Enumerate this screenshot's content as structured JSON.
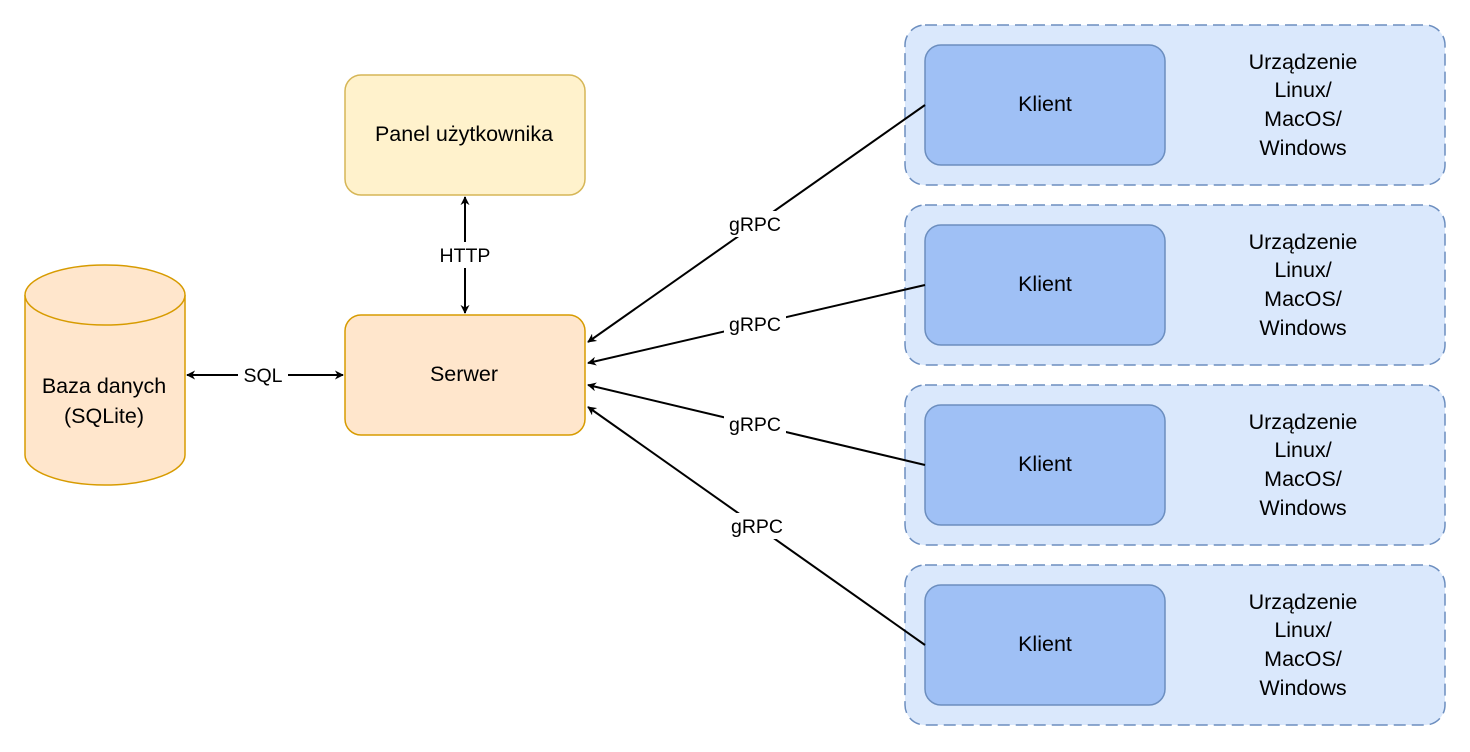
{
  "database": {
    "line1": "Baza danych",
    "line2": "(SQLite)"
  },
  "server": {
    "label": "Serwer"
  },
  "user_panel": {
    "label": "Panel użytkownika"
  },
  "edges": {
    "sql": "SQL",
    "http": "HTTP",
    "grpc": "gRPC"
  },
  "devices": [
    {
      "client": "Klient",
      "device": [
        "Urządzenie",
        "Linux/",
        "MacOS/",
        "Windows"
      ]
    },
    {
      "client": "Klient",
      "device": [
        "Urządzenie",
        "Linux/",
        "MacOS/",
        "Windows"
      ]
    },
    {
      "client": "Klient",
      "device": [
        "Urządzenie",
        "Linux/",
        "MacOS/",
        "Windows"
      ]
    },
    {
      "client": "Klient",
      "device": [
        "Urządzenie",
        "Linux/",
        "MacOS/",
        "Windows"
      ]
    }
  ],
  "colors": {
    "db_fill": "#ffe6cc",
    "db_stroke": "#d79b00",
    "panel_fill": "#fff2cc",
    "panel_stroke": "#d6b656",
    "device_fill": "#dae8fc",
    "device_stroke": "#6c8ebf",
    "client_fill": "#9fc0f5",
    "client_stroke": "#6c8ebf"
  }
}
